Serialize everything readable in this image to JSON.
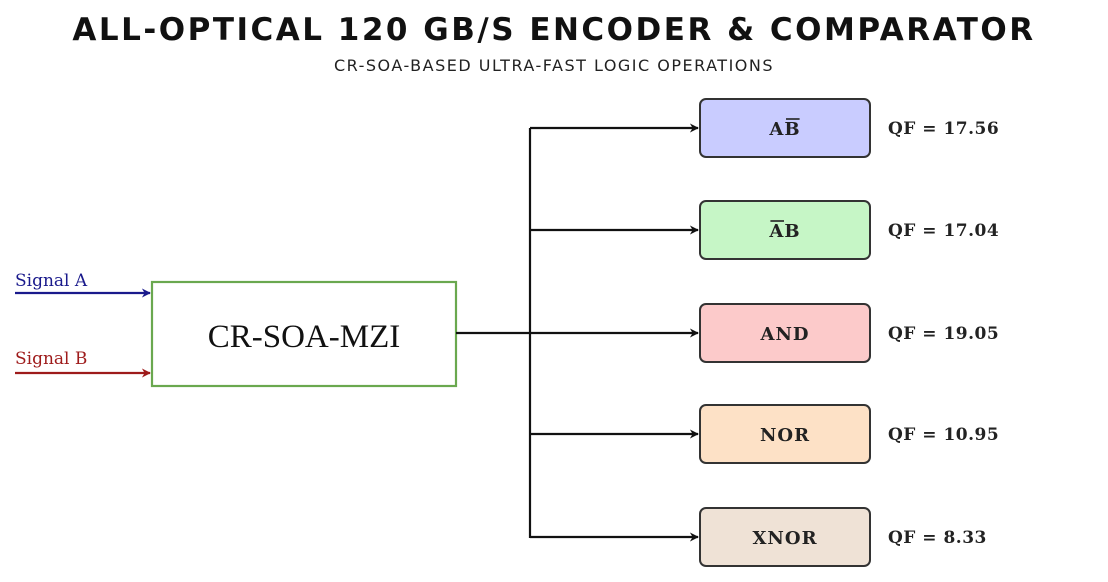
{
  "title": "ALL-OPTICAL 120 GB/S ENCODER & COMPARATOR",
  "subtitle": "CR-SOA-BASED ULTRA-FAST LOGIC OPERATIONS",
  "inputs": [
    {
      "label": "Signal A",
      "color": "#1a1a8c"
    },
    {
      "label": "Signal B",
      "color": "#9e1b1b"
    }
  ],
  "gate": {
    "label": "CR-SOA-MZI",
    "border_color": "#6aa84f"
  },
  "outputs": [
    {
      "label": "AB",
      "overbar": "B",
      "qf": "QF = 17.56",
      "fill": "#c9ccff",
      "stroke": "#333333"
    },
    {
      "label": "AB",
      "overbar": "A",
      "qf": "QF = 17.04",
      "fill": "#c6f6c6",
      "stroke": "#333333"
    },
    {
      "label": "AND",
      "qf": "QF = 19.05",
      "fill": "#fccaca",
      "stroke": "#333333"
    },
    {
      "label": "NOR",
      "qf": "QF = 10.95",
      "fill": "#fde1c6",
      "stroke": "#333333"
    },
    {
      "label": "XNOR",
      "qf": "QF = 8.33",
      "fill": "#efe2d6",
      "stroke": "#333333"
    }
  ]
}
